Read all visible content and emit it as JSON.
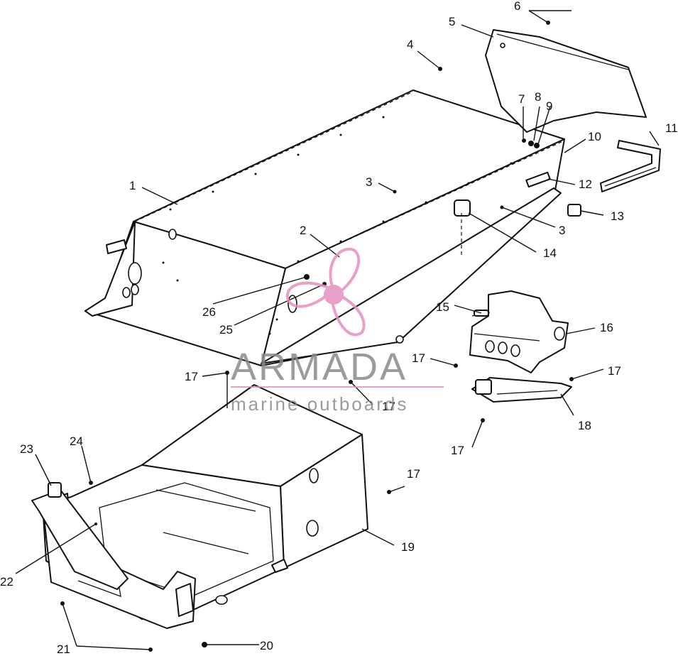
{
  "callouts": [
    {
      "label": "1"
    },
    {
      "label": "2"
    },
    {
      "label": "3"
    },
    {
      "label": "3"
    },
    {
      "label": "4"
    },
    {
      "label": "5"
    },
    {
      "label": "6"
    },
    {
      "label": "7"
    },
    {
      "label": "8"
    },
    {
      "label": "9"
    },
    {
      "label": "10"
    },
    {
      "label": "11"
    },
    {
      "label": "12"
    },
    {
      "label": "13"
    },
    {
      "label": "14"
    },
    {
      "label": "15"
    },
    {
      "label": "16"
    },
    {
      "label": "17"
    },
    {
      "label": "17"
    },
    {
      "label": "17"
    },
    {
      "label": "17"
    },
    {
      "label": "17"
    },
    {
      "label": "17"
    },
    {
      "label": "18"
    },
    {
      "label": "19"
    },
    {
      "label": "20"
    },
    {
      "label": "21"
    },
    {
      "label": "22"
    },
    {
      "label": "23"
    },
    {
      "label": "24"
    },
    {
      "label": "25"
    },
    {
      "label": "26"
    }
  ],
  "watermark": {
    "brand": "ARMADA",
    "tagline": "marine outboards",
    "colors": {
      "logo": "#e48fbf",
      "text": "#8a8a8a"
    }
  }
}
